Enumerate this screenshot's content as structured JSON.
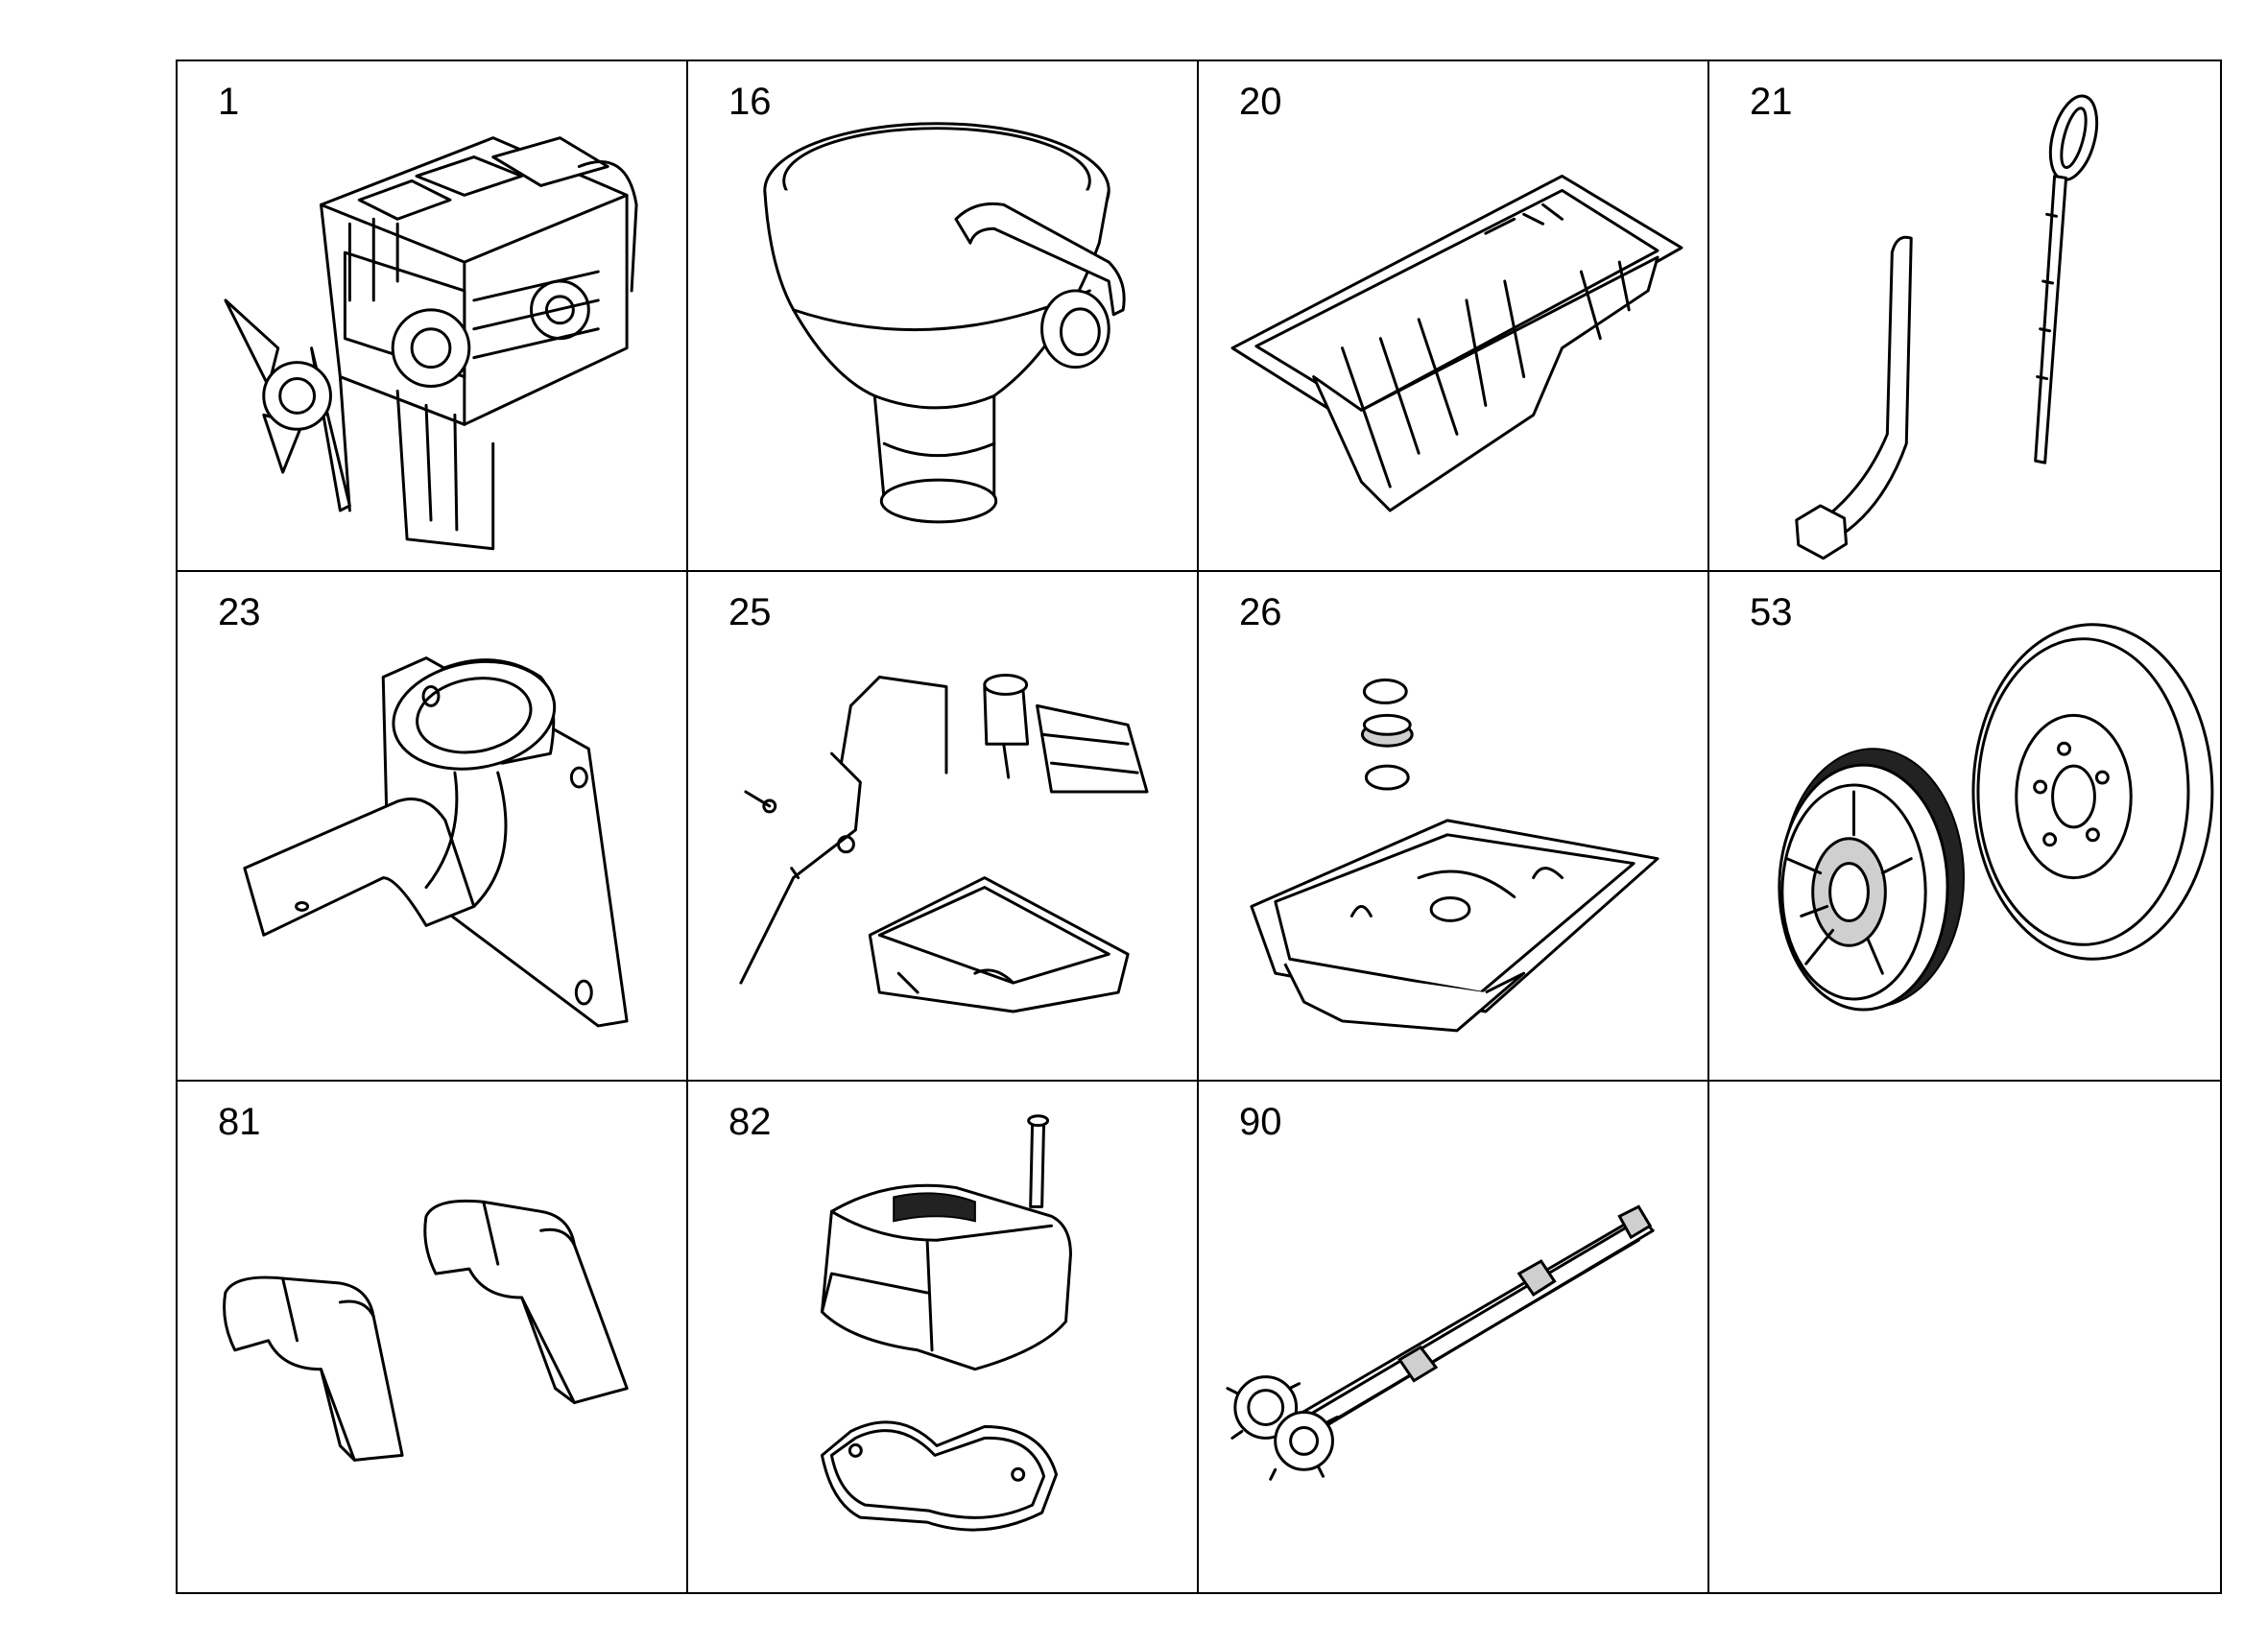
{
  "parts": [
    {
      "number": "1",
      "icon": "engine-assembly-icon"
    },
    {
      "number": "16",
      "icon": "oil-filler-funnel-icon"
    },
    {
      "number": "20",
      "icon": "oil-pan-icon"
    },
    {
      "number": "21",
      "icon": "dipstick-and-guide-tube-icon"
    },
    {
      "number": "23",
      "icon": "oil-filler-neck-icon"
    },
    {
      "number": "25",
      "icon": "oil-line-and-pan-icon"
    },
    {
      "number": "26",
      "icon": "oil-pan-with-drain-plug-icon"
    },
    {
      "number": "53",
      "icon": "vibration-damper-pulley-icon"
    },
    {
      "number": "81",
      "icon": "bearing-caps-icon"
    },
    {
      "number": "82",
      "icon": "cylinder-head-cover-icon"
    },
    {
      "number": "90",
      "icon": "oil-pump-drive-shaft-icon"
    },
    {
      "number": "",
      "icon": ""
    }
  ]
}
